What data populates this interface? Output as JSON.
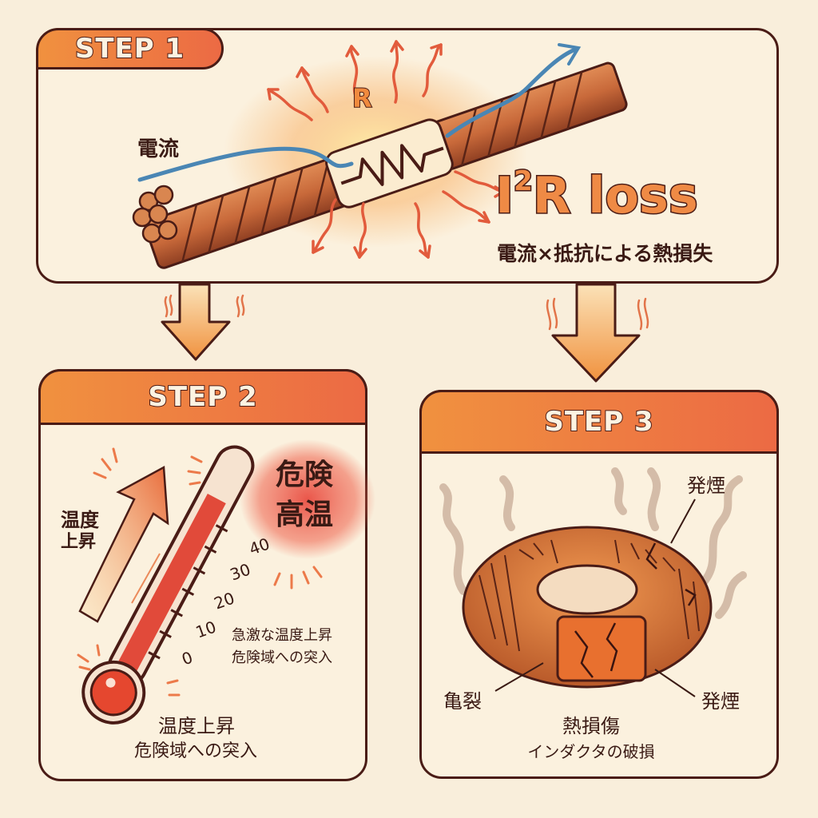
{
  "step1": {
    "label": "STEP 1",
    "current_label": "電流",
    "resistor_label": "R",
    "loss_base": "I",
    "loss_exp": "2",
    "loss_rest": "R loss",
    "loss_caption": "電流×抵抗による熱損失"
  },
  "step2": {
    "label": "STEP 2",
    "rise_label_lines": [
      "温度",
      "上昇"
    ],
    "danger_lines": [
      "危険",
      "高温"
    ],
    "scale_ticks": [
      "40",
      "30",
      "20",
      "10",
      "0"
    ],
    "side_caption_lines": [
      "急激な温度上昇",
      "危険域への突入"
    ],
    "bottom_caption_lines": [
      "温度上昇",
      "危険域への突入"
    ]
  },
  "step3": {
    "label": "STEP 3",
    "smoke_label_top": "発煙",
    "crack_label": "亀裂",
    "smoke_label_bottom": "発煙",
    "caption_title": "熱損傷",
    "caption_sub": "インダクタの破損"
  },
  "colors": {
    "outline": "#4a1c16",
    "background": "#f9eedb",
    "tab_start": "#f0913f",
    "tab_end": "#ec6a44",
    "copper": "#c8693a",
    "current_line": "#4a86b4",
    "danger_red": "#e8453a"
  }
}
